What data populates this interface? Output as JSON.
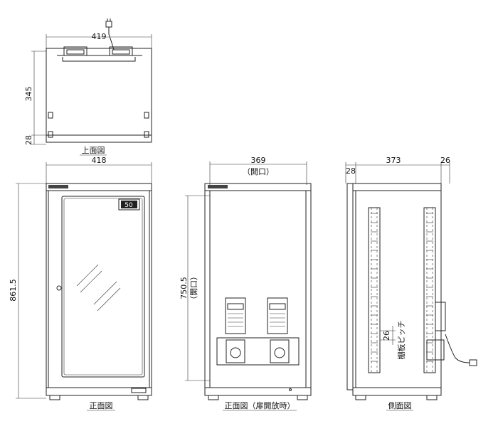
{
  "top_view": {
    "width": "419",
    "depth": "345",
    "offset": "28",
    "caption": "上面図"
  },
  "front_view": {
    "width": "418",
    "height": "861.5",
    "display_text": "50",
    "caption": "正面図"
  },
  "open_view": {
    "width": "369",
    "width_note": "（開口）",
    "height": "750.5",
    "height_note": "（開口）",
    "caption": "正面図（扉開放時）"
  },
  "side_view": {
    "depth": "373",
    "right_offset": "26",
    "left_offset": "28",
    "pitch": "26",
    "pitch_label": "棚板ピッチ",
    "caption": "側面図"
  }
}
